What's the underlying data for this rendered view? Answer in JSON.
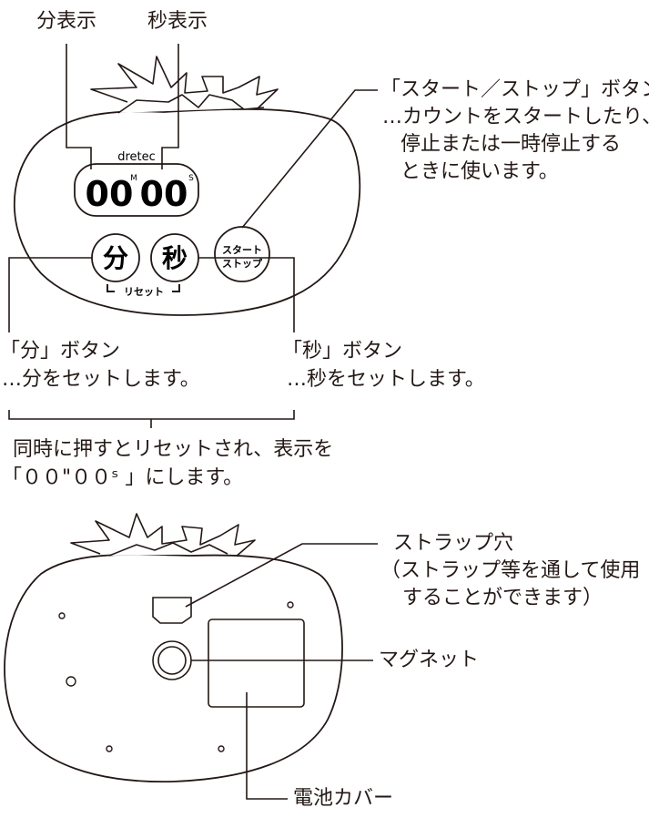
{
  "front": {
    "label_minute_display": "分表示",
    "label_second_display": "秒表示",
    "brand": "dretec",
    "display_digits_min": "00",
    "display_digits_sec": "00",
    "display_unit_m": "M",
    "display_unit_s": "S",
    "button_minute_text": "分",
    "button_second_text": "秒",
    "button_startstop_line1": "スタート",
    "button_startstop_line2": "ストップ",
    "reset_marker": "リセット",
    "startstop_title": "「スタート／ストップ」ボタン",
    "startstop_desc_1": "…カウントをスタートしたり、",
    "startstop_desc_2": "停止または一時停止する",
    "startstop_desc_3": "ときに使います。",
    "minute_button_title": "「分」ボタン",
    "minute_button_desc": "…分をセットします。",
    "second_button_title": "「秒」ボタン",
    "second_button_desc": "…秒をセットします。",
    "reset_note_1": "同時に押すとリセットされ、表示を",
    "reset_note_2": "「００\"００ˢ 」にします。"
  },
  "back": {
    "strap_hole_title": "ストラップ穴",
    "strap_hole_desc_1": "（ストラップ等を通して使用",
    "strap_hole_desc_2": "することができます）",
    "magnet": "マグネット",
    "battery_cover": "電池カバー"
  }
}
